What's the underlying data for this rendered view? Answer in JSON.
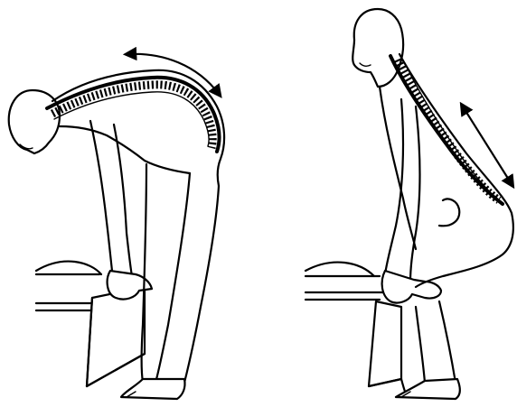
{
  "figure": {
    "panels": [
      {
        "id": "left",
        "posture": "bent-forward-lift",
        "arrow": "curved-along-spine"
      },
      {
        "id": "right",
        "posture": "squat-lift-upright-back",
        "arrow": "straight-along-spine"
      }
    ],
    "colors": {
      "ink": "#000000",
      "background": "#ffffff"
    }
  }
}
